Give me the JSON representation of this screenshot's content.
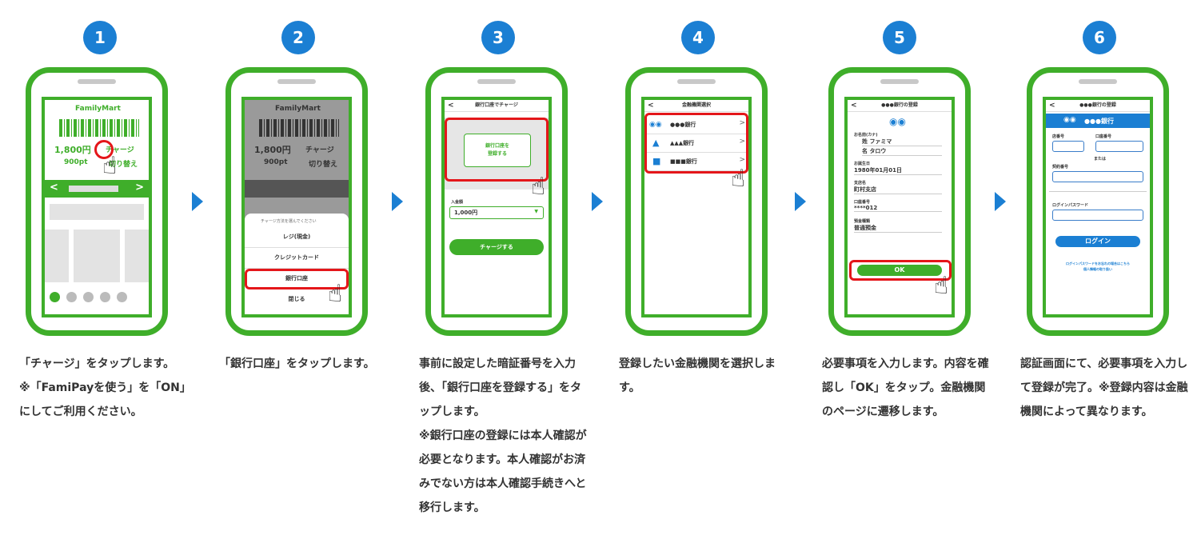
{
  "steps": [
    {
      "number": "1",
      "description": "「チャージ」をタップします。\n※「FamiPayを使う」を「ON」にしてご利用ください。"
    },
    {
      "number": "2",
      "description": "「銀行口座」をタップします。"
    },
    {
      "number": "3",
      "description": "事前に設定した暗証番号を入力後、「銀行口座を登録する」をタップします。\n※銀行口座の登録には本人確認が必要となります。本人確認がお済みでない方は本人確認手続きへと移行します。"
    },
    {
      "number": "4",
      "description": "登録したい金融機関を選択します。"
    },
    {
      "number": "5",
      "description": "必要事項を入力します。内容を確認し「OK」をタップ。金融機関のページに遷移します。"
    },
    {
      "number": "6",
      "description": "認証画面にて、必要事項を入力して登録が完了。※登録内容は金融機関によって異なります。"
    }
  ],
  "screen1": {
    "brand": "FamilyMart",
    "balance": "1,800円",
    "charge": "チャージ",
    "points": "900pt",
    "switch": "切り替え"
  },
  "screen2": {
    "brand": "FamilyMart",
    "balance": "1,800円",
    "charge": "チャージ",
    "points": "900pt",
    "switch": "切り替え",
    "sheet_title": "チャージ方法を選んでください",
    "options": [
      "レジ(現金)",
      "クレジットカード",
      "銀行口座",
      "閉じる"
    ]
  },
  "screen3": {
    "title": "銀行口座でチャージ",
    "register_button": "銀行口座を\n登録する",
    "amount_label": "入金額",
    "amount_value": "1,000円",
    "charge_button": "チャージする"
  },
  "screen4": {
    "title": "金融機関選択",
    "banks": [
      "●●●銀行",
      "▲▲▲銀行",
      "■■■銀行"
    ]
  },
  "screen5": {
    "title": "●●●銀行の登録",
    "name_label": "お名前(カナ)",
    "surname_label": "姓",
    "surname": "ファミマ",
    "given_label": "名",
    "given": "タロウ",
    "dob_label": "お誕生日",
    "dob": "1980年01月01日",
    "branch_label": "支店名",
    "branch": "町村支店",
    "account_label": "口座番号",
    "account": "****012",
    "type_label": "預金種類",
    "type": "普通預金",
    "ok_button": "OK"
  },
  "screen6": {
    "title": "●●●銀行の登録",
    "bank_name": "●●●銀行",
    "store_label": "店番号",
    "account_label": "口座番号",
    "or": "または",
    "contract_label": "契約番号",
    "password_label": "ログインパスワード",
    "login_button": "ログイン",
    "help_line1": "ログインパスワードをお忘れの場合はこちら",
    "help_line2": "個人情報の取り扱い"
  },
  "colors": {
    "accent_blue": "#1b7fd3",
    "brand_green": "#3fae2a",
    "highlight_red": "#e4161a"
  }
}
